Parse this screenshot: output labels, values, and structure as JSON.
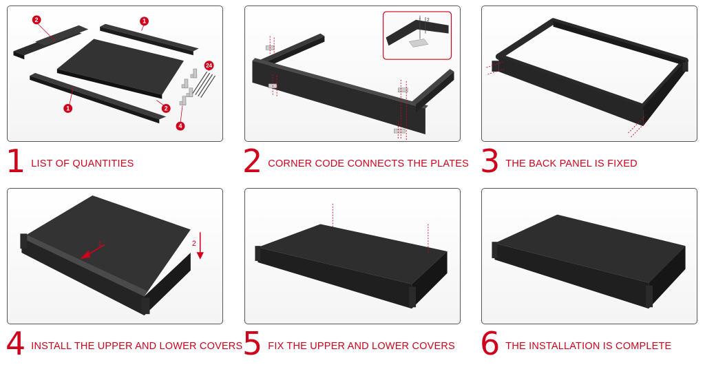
{
  "steps": [
    {
      "number": "1",
      "title": "LIST OF QUANTITIES"
    },
    {
      "number": "2",
      "title": "CORNER CODE CONNECTS THE PLATES"
    },
    {
      "number": "3",
      "title": "THE BACK PANEL IS FIXED"
    },
    {
      "number": "4",
      "title": "INSTALL THE UPPER AND LOWER COVERS"
    },
    {
      "number": "5",
      "title": "FIX THE UPPER AND LOWER COVERS"
    },
    {
      "number": "6",
      "title": "THE INSTALLATION IS COMPLETE"
    }
  ],
  "parts_labels": {
    "side_rail_top": "1",
    "side_rail_bottom": "1",
    "front_back_panel_top": "2",
    "front_back_panel_bottom": "2",
    "corner_brackets": "4",
    "screws": "24"
  },
  "inset_labels": {
    "a": "1",
    "b": "2"
  },
  "arrow_labels": {
    "slide": "1",
    "drop": "2"
  },
  "colors": {
    "accent": "#d0021b",
    "metal_dark": "#2b2b2b",
    "frame": "#555555"
  }
}
